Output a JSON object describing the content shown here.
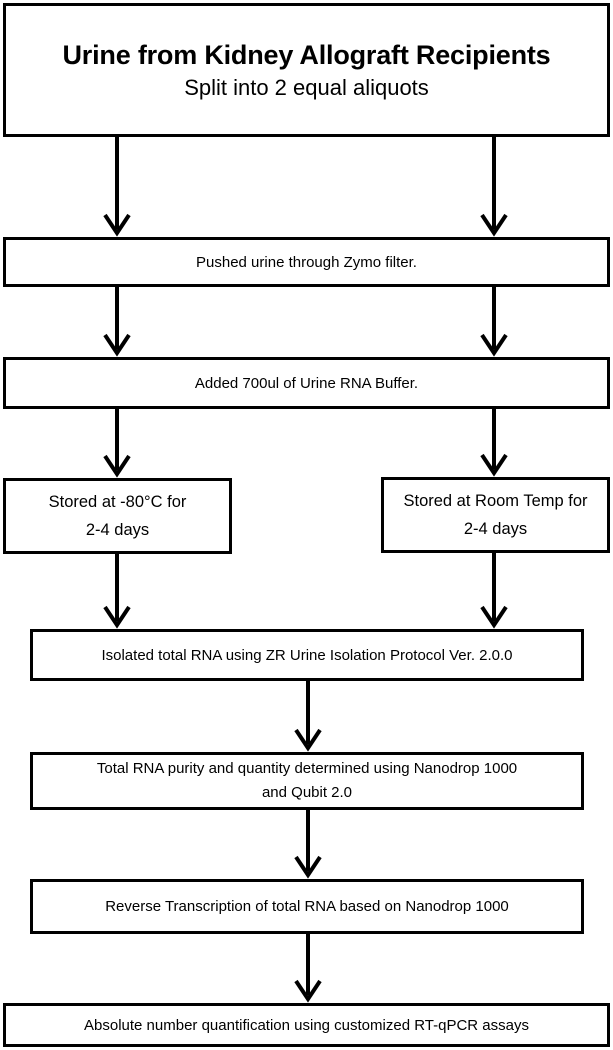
{
  "title": {
    "main": "Urine from Kidney Allograft Recipients",
    "sub": "Split into 2 equal aliquots"
  },
  "steps": {
    "filter": "Pushed urine through Zymo filter.",
    "buffer": "Added 700ul of Urine RNA Buffer.",
    "stored_cold": [
      "Stored  at -80°C for",
      "2-4 days"
    ],
    "stored_room": [
      "Stored  at Room Temp for",
      "2-4 days"
    ],
    "isolate": "Isolated total RNA using ZR Urine Isolation Protocol Ver. 2.0.0",
    "purity": [
      "Total RNA purity and quantity determined using Nanodrop 1000",
      "and Qubit 2.0"
    ],
    "reverse": "Reverse Transcription of total RNA based on Nanodrop 1000",
    "absolute": "Absolute number quantification using customized RT-qPCR assays"
  }
}
